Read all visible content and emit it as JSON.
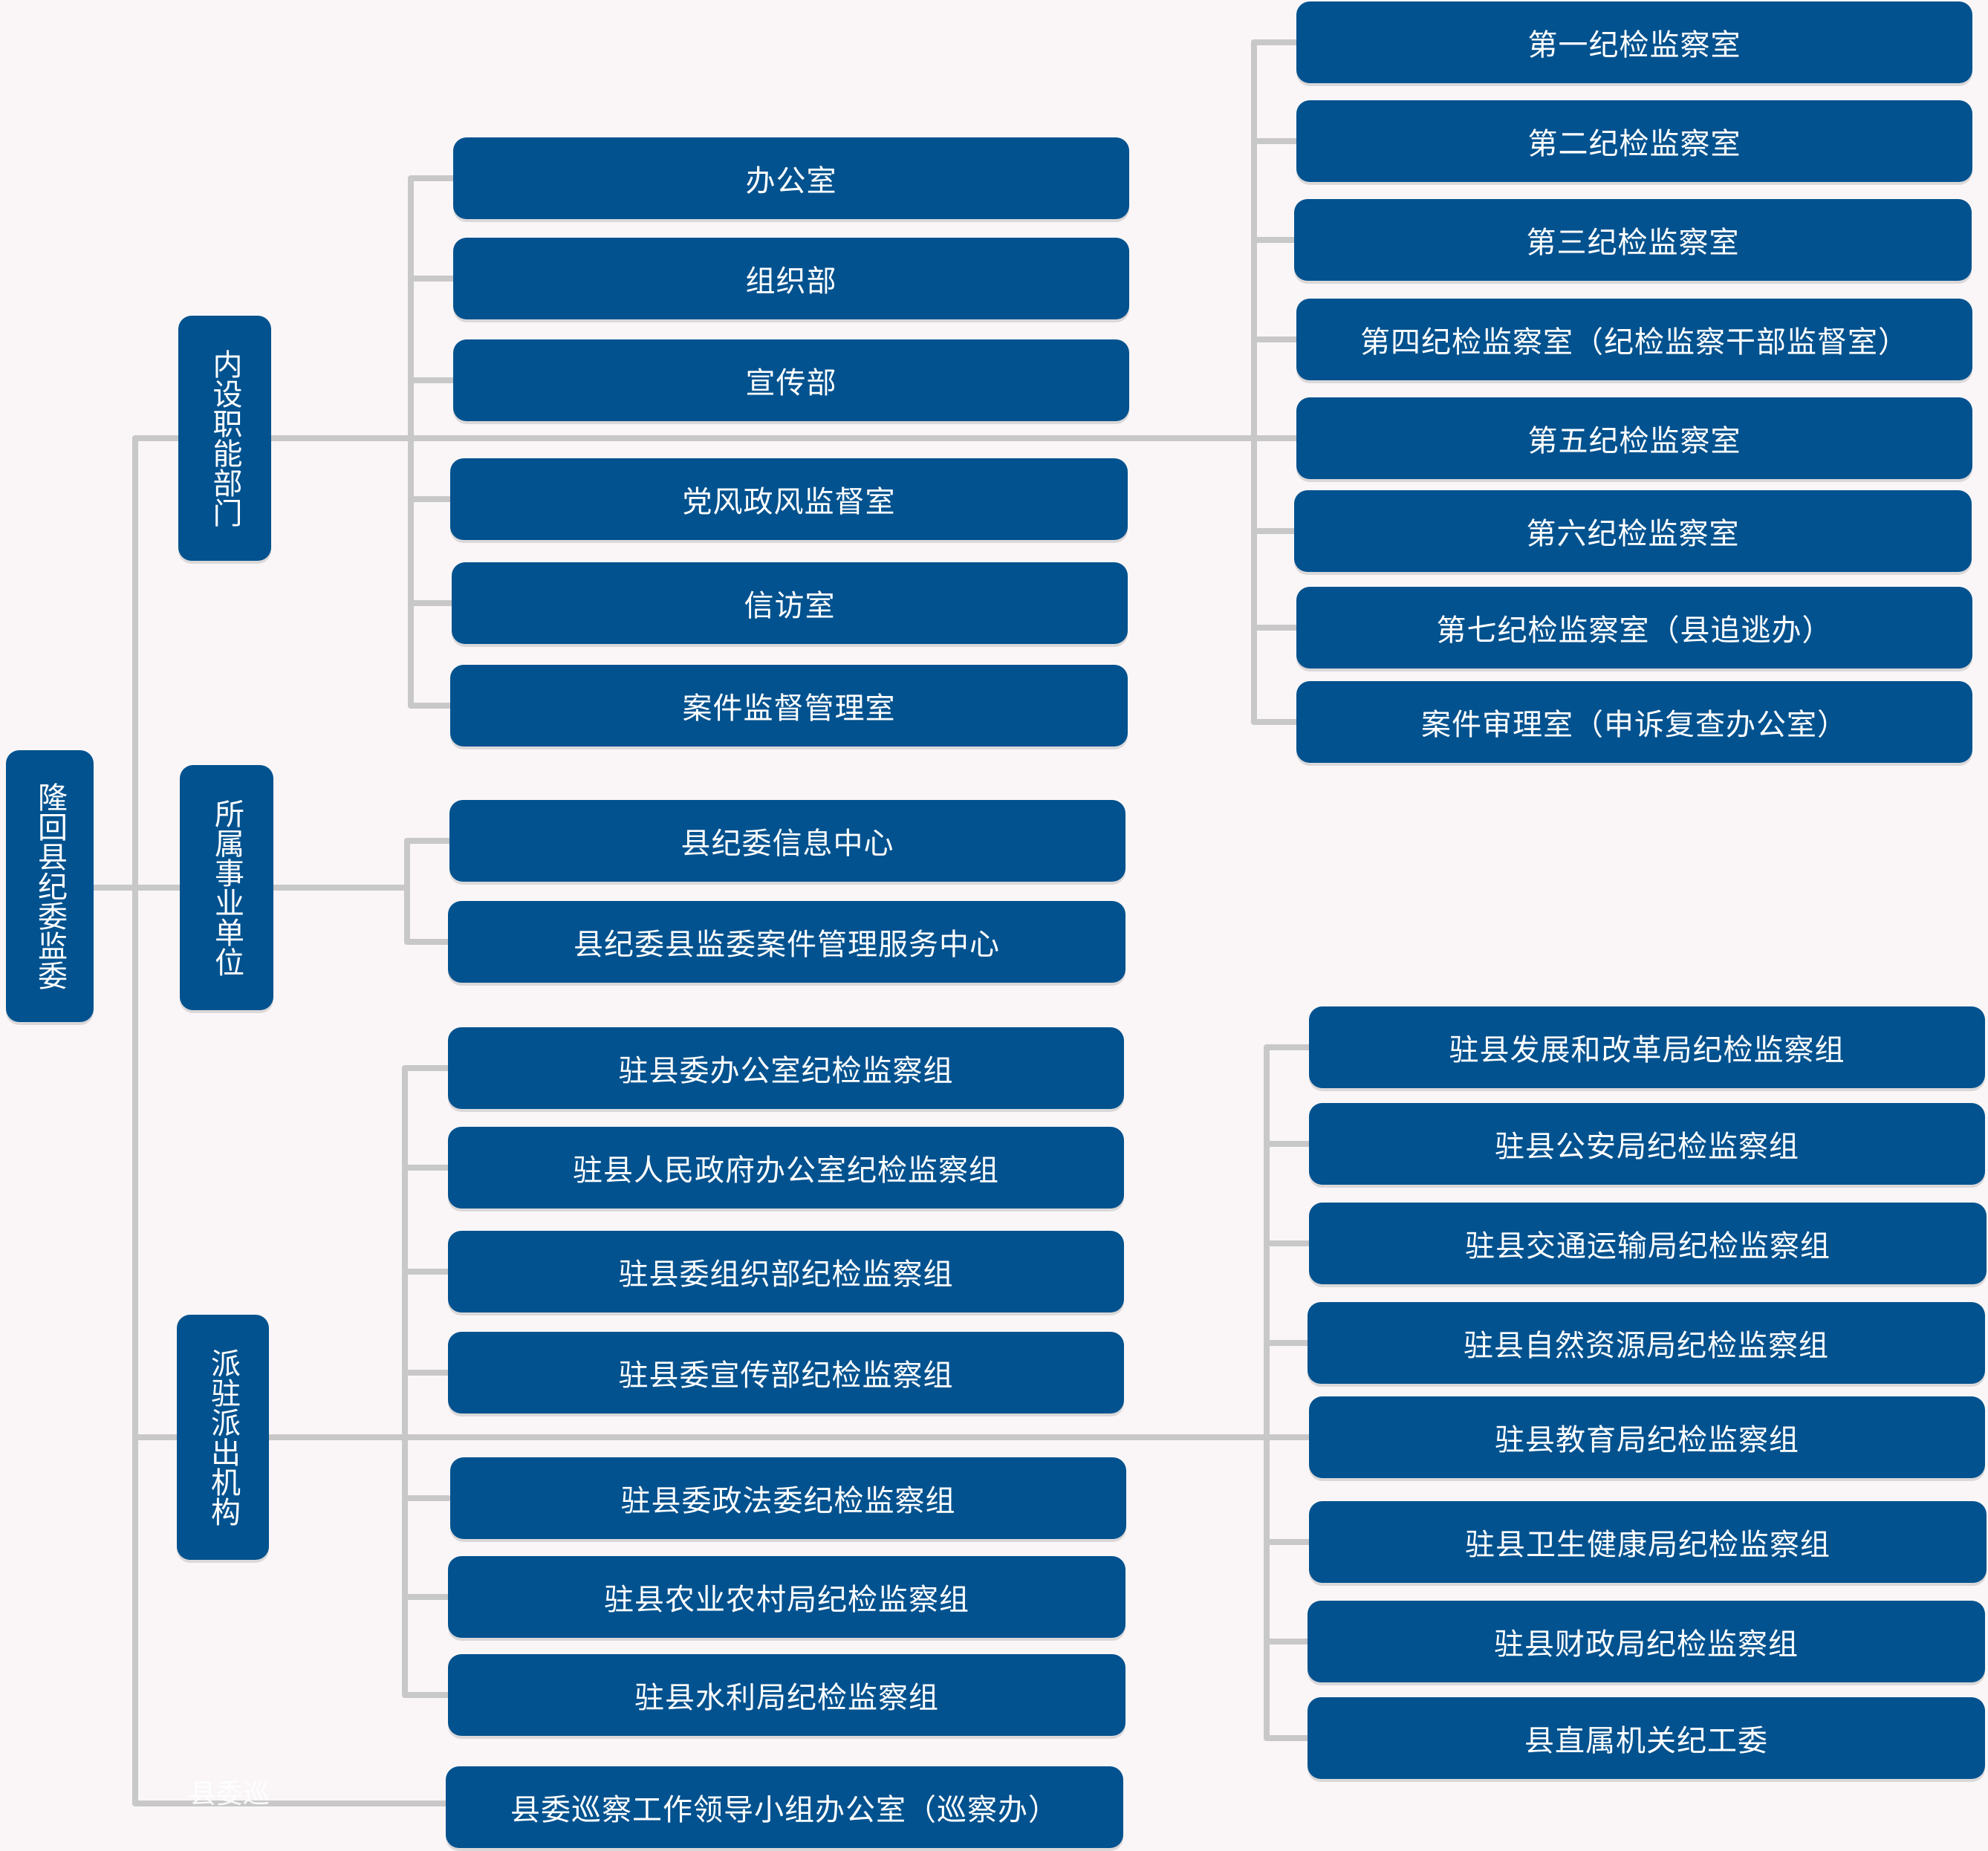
{
  "root": {
    "label": "隆回县纪委监委"
  },
  "branches": [
    {
      "label": "内设职能部门"
    },
    {
      "label": "所属事业单位"
    },
    {
      "label": "派驻派出机构"
    }
  ],
  "internal_left": [
    "办公室",
    "组织部",
    "宣传部",
    "党风政风监督室",
    "信访室",
    "案件监督管理室"
  ],
  "internal_right": [
    "第一纪检监察室",
    "第二纪检监察室",
    "第三纪检监察室",
    "第四纪检监察室（纪检监察干部监督室）",
    "第五纪检监察室",
    "第六纪检监察室",
    "第七纪检监察室（县追逃办）",
    "案件审理室（申诉复查办公室）"
  ],
  "affiliated": [
    "县纪委信息中心",
    "县纪委县监委案件管理服务中心"
  ],
  "dispatched_left": [
    "驻县委办公室纪检监察组",
    "驻县人民政府办公室纪检监察组",
    "驻县委组织部纪检监察组",
    "驻县委宣传部纪检监察组",
    "驻县委政法委纪检监察组",
    "驻县农业农村局纪检监察组",
    "驻县水利局纪检监察组"
  ],
  "dispatched_right": [
    "驻县发展和改革局纪检监察组",
    "驻县公安局纪检监察组",
    "驻县交通运输局纪检监察组",
    "驻县自然资源局纪检监察组",
    "驻县教育局纪检监察组",
    "驻县卫生健康局纪检监察组",
    "驻县财政局纪检监察组",
    "县直属机关纪工委"
  ],
  "inspection": {
    "label": "县委巡察工作领导小组办公室（巡察办）",
    "ghost": "县委巡"
  }
}
